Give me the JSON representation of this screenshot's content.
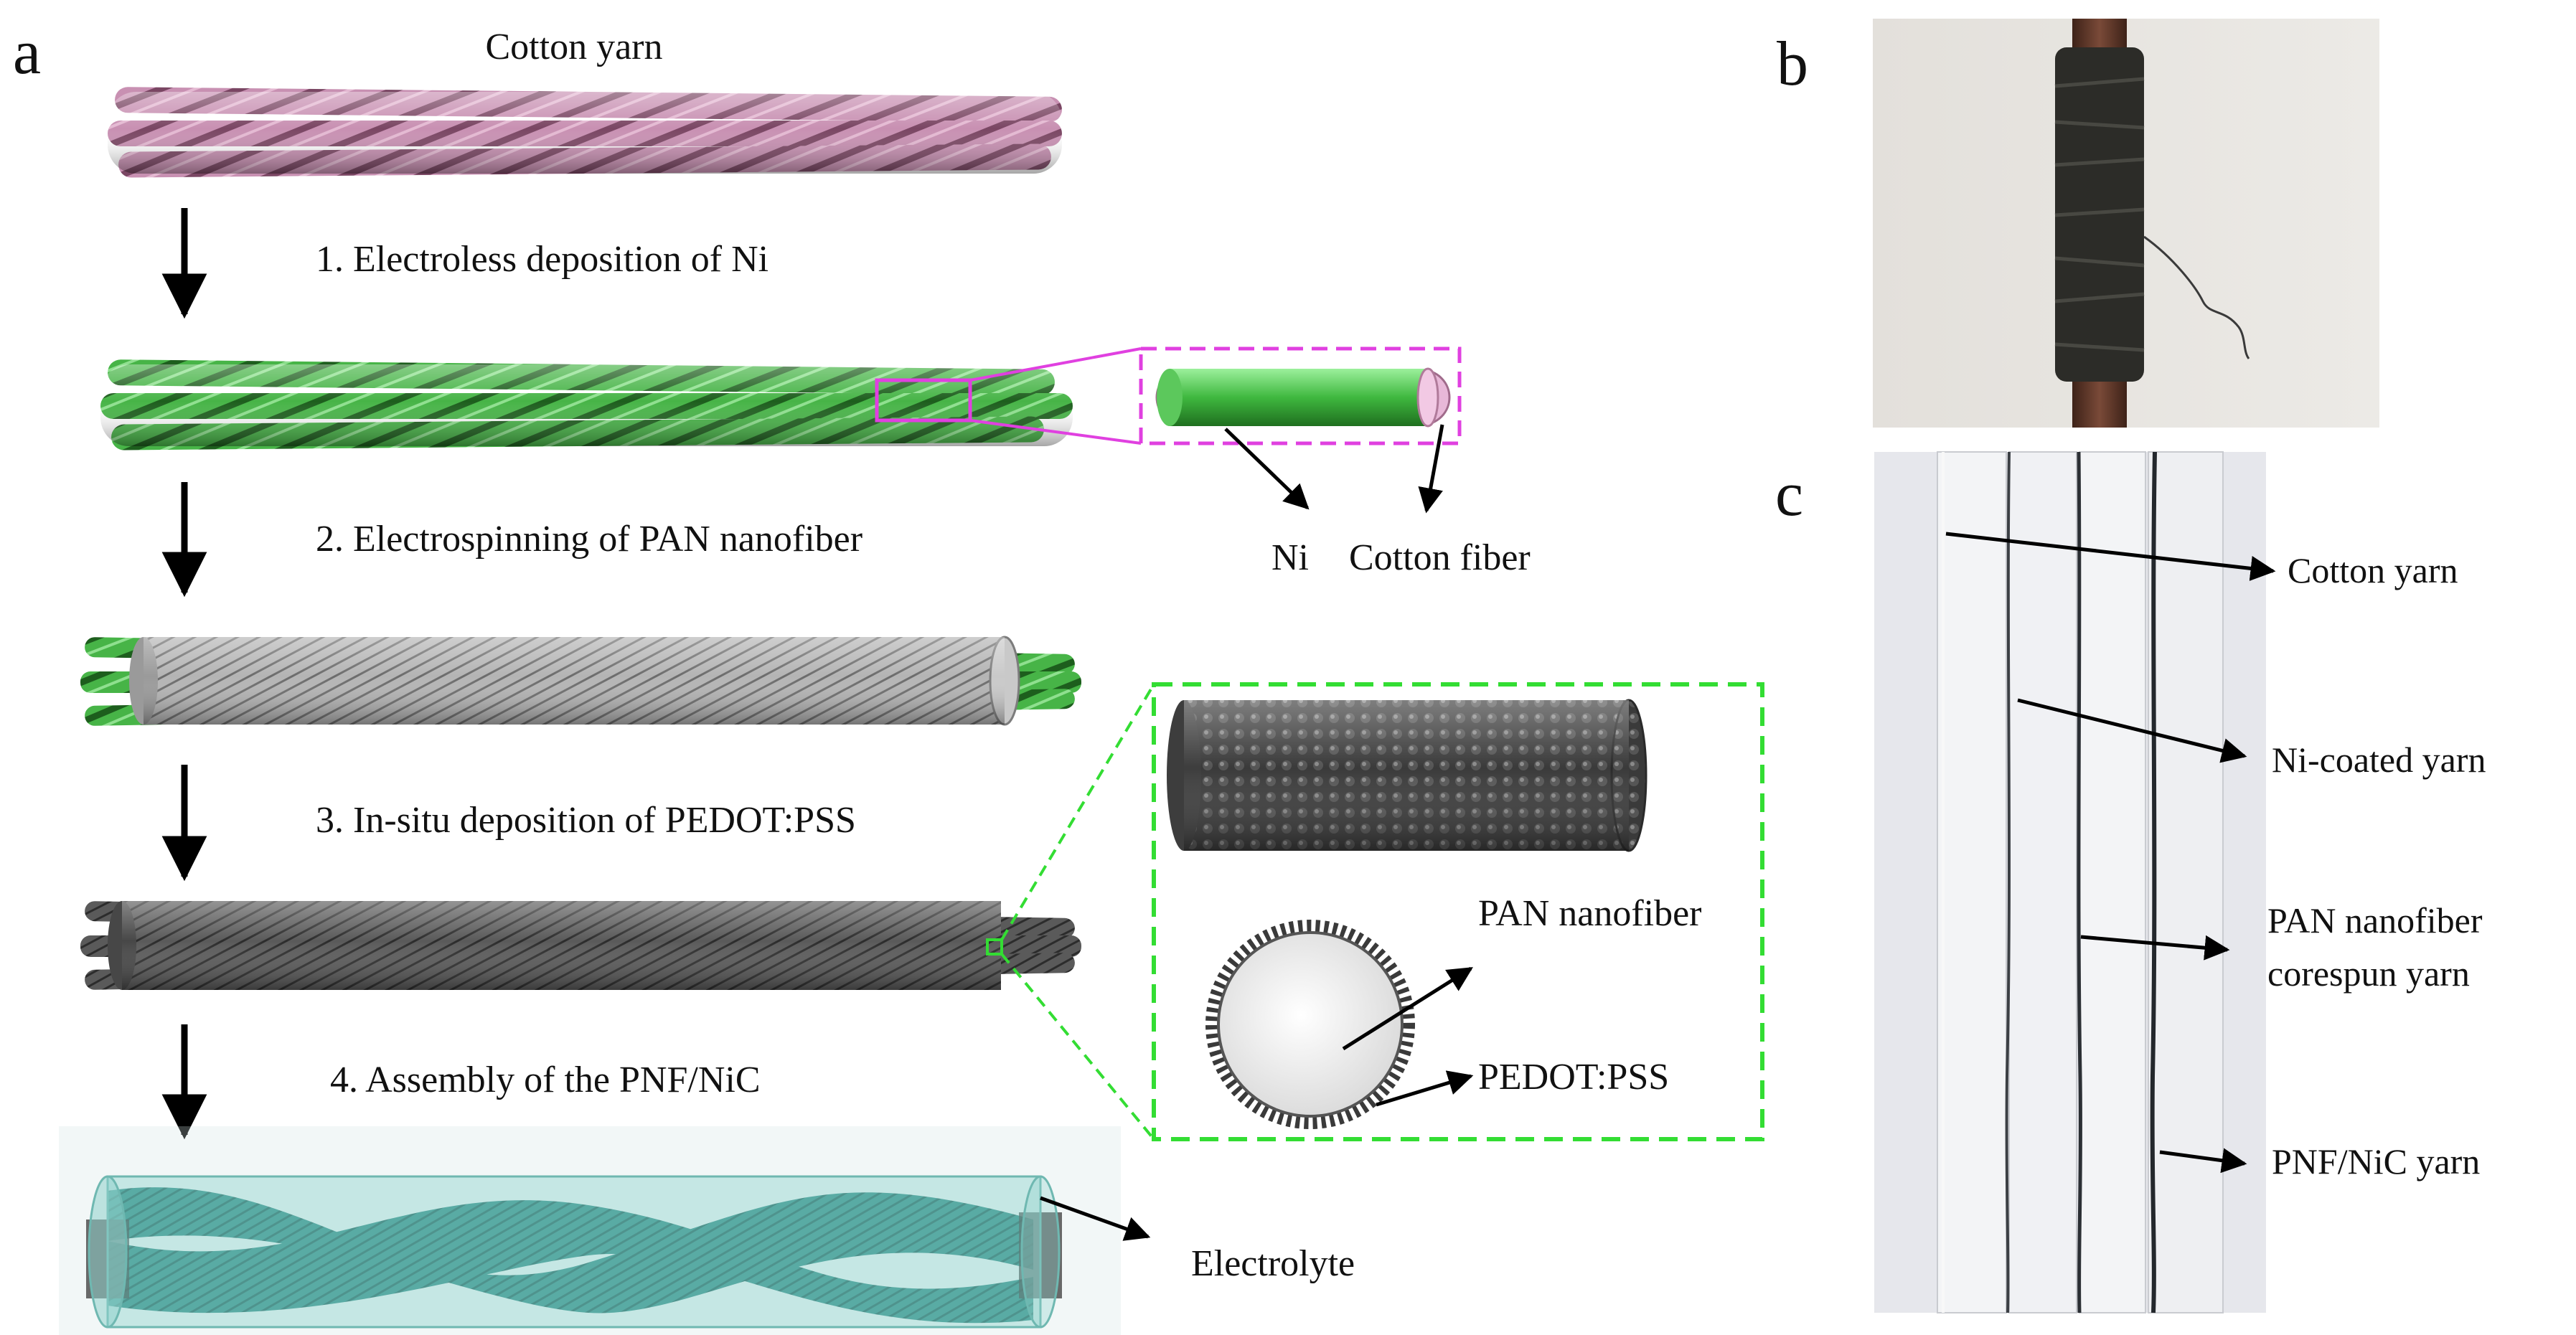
{
  "panels": {
    "a": {
      "letter": "a",
      "stages": {
        "cotton_yarn": "Cotton yarn",
        "step1": "1. Electroless deposition of Ni",
        "step2": "2. Electrospinning of PAN nanofiber",
        "step3": "3. In-situ deposition of PEDOT:PSS",
        "step4": "4. Assembly of  the PNF/NiC"
      },
      "callouts": {
        "ni": "Ni",
        "cotton_fiber": "Cotton fiber",
        "pan_nanofiber": "PAN nanofiber",
        "pedot_pss": "PEDOT:PSS",
        "electrolyte": "Electrolyte"
      }
    },
    "b": {
      "letter": "b"
    },
    "c": {
      "letter": "c",
      "labels": {
        "cotton_yarn": "Cotton yarn",
        "ni_coated_yarn": "Ni-coated yarn",
        "pan_line1": "PAN nanofiber",
        "pan_line2": "corespun yarn",
        "pnf_nic_yarn": "PNF/NiC yarn"
      }
    }
  },
  "colors": {
    "cotton": "#c890b2",
    "nickel_green": "#3fae3f",
    "pan_gray": "#a9a9a9",
    "pedot_dark": "#4a4a4a",
    "electrolyte_teal": "#2f8a84",
    "magenta_dash": "#e040e0",
    "green_dash": "#33dd33"
  }
}
